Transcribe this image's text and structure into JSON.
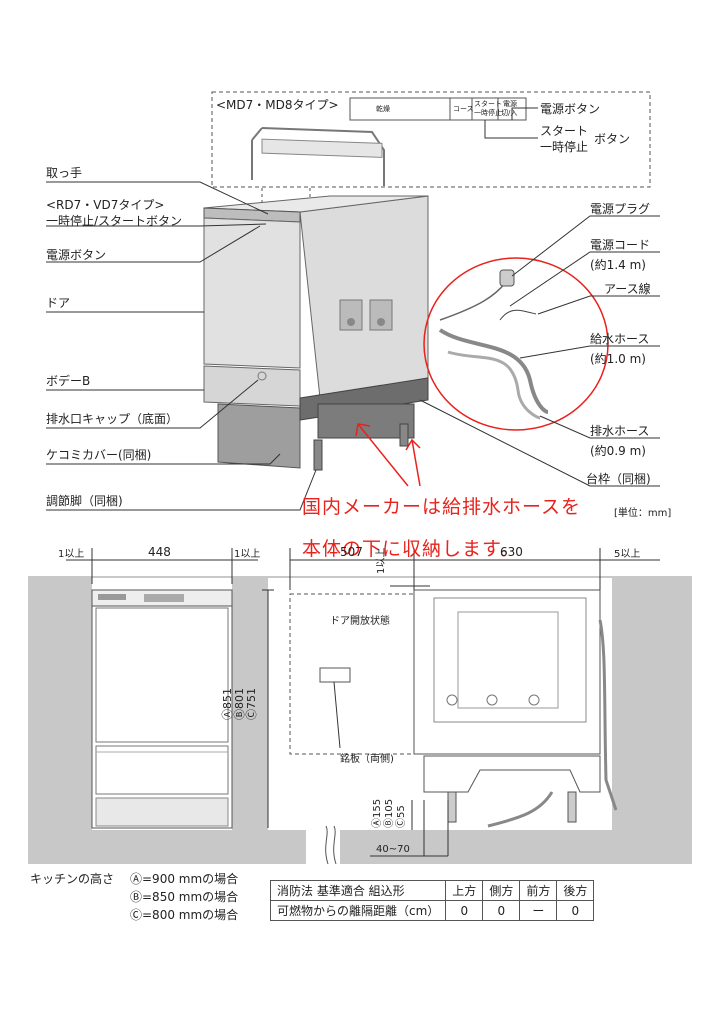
{
  "top_section": {
    "inset_title": "<MD7・MD8タイプ>",
    "panel_dry": "乾燥",
    "panel_course": "コース",
    "panel_start_1": "スタート",
    "panel_start_2": "一時停止",
    "panel_power_1": "電源",
    "panel_power_2": "切/入",
    "inset_power_button": "電源ボタン",
    "inset_start_1": "スタート",
    "inset_start_2": "一時停止",
    "inset_start_suffix": "ボタン",
    "handle": "取っ手",
    "rd7_title": "<RD7・VD7タイプ>",
    "rd7_start": "一時停止/スタートボタン",
    "power_button": "電源ボタン",
    "door": "ドア",
    "body_b": "ボデーB",
    "drain_cap": "排水口キャップ（底面）",
    "kick_cover": "ケコミカバー(同梱)",
    "adjust_foot": "調節脚（同梱)",
    "power_plug": "電源プラグ",
    "power_cord": "電源コード",
    "power_cord_len": "(約1.4 m)",
    "earth_wire": "アース線",
    "supply_hose": "給水ホース",
    "supply_hose_len": "(約1.0 m)",
    "drain_hose": "排水ホース",
    "drain_hose_len": "(約0.9 m)",
    "base_frame": "台枠（同梱)"
  },
  "annotation": {
    "line1": "国内メーカーは給排水ホースを",
    "line2": "本体の下に収納します。"
  },
  "unit": "[単位：mm]",
  "dimensions": {
    "left_clear": "1以上",
    "width": "448",
    "right_clear": "1以上",
    "heights": [
      "Ⓐ851",
      "Ⓑ801",
      "Ⓒ751"
    ],
    "door_depth": "507",
    "top_clear": "1以上",
    "body_depth": "630",
    "back_clear": "5以上",
    "door_open": "ドア開放状態",
    "nameplate": "銘板（両側)",
    "under_heights": [
      "Ⓐ155",
      "Ⓑ105",
      "Ⓒ55"
    ],
    "front_gap": "40~70"
  },
  "kitchen": {
    "label": "キッチンの高さ",
    "a": "Ⓐ=900 mmの場合",
    "b": "Ⓑ=850 mmの場合",
    "c": "Ⓒ=800 mmの場合"
  },
  "fire_table": {
    "head": [
      "消防法 基準適合 組込形",
      "上方",
      "側方",
      "前方",
      "後方"
    ],
    "row": [
      "可燃物からの離隔距離（cm）",
      "0",
      "0",
      "ー",
      "0"
    ]
  }
}
